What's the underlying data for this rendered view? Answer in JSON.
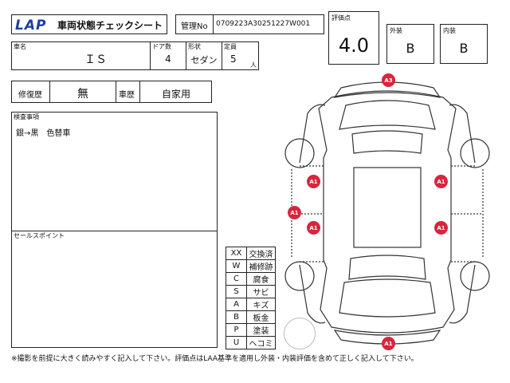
{
  "header": {
    "logo_text": "LAP",
    "sheet_title": "車両状態チェックシート",
    "mgmt_label": "管理No",
    "mgmt_no": "0709223A30251227W001"
  },
  "vehicle": {
    "name_label": "車名",
    "name": "ＩＳ",
    "doors_label": "ドア数",
    "doors": "4",
    "body_label": "形状",
    "body": "セダン",
    "capacity_label": "定員",
    "capacity": "5",
    "capacity_unit": "人"
  },
  "grades": {
    "score_label": "評価点",
    "score": "4.0",
    "exterior_label": "外装",
    "exterior": "B",
    "interior_label": "内装",
    "interior": "B"
  },
  "history": {
    "repair_label": "修復歴",
    "repair": "無",
    "usage_label": "車歴",
    "usage": "自家用"
  },
  "inspection": {
    "label": "検査事項",
    "text": "銀→黒　色替車"
  },
  "sales": {
    "label": "セールスポイント",
    "text": ""
  },
  "legend": [
    {
      "code": "XX",
      "meaning": "交換済"
    },
    {
      "code": "W",
      "meaning": "補修跡"
    },
    {
      "code": "C",
      "meaning": "腐食"
    },
    {
      "code": "S",
      "meaning": "サビ"
    },
    {
      "code": "A",
      "meaning": "キズ"
    },
    {
      "code": "B",
      "meaning": "板金"
    },
    {
      "code": "P",
      "meaning": "塗装"
    },
    {
      "code": "U",
      "meaning": "ヘコミ"
    }
  ],
  "damage_marks": [
    {
      "code": "A3",
      "location": "front"
    },
    {
      "code": "A1",
      "location": "left-front-door"
    },
    {
      "code": "A1",
      "location": "left-sill"
    },
    {
      "code": "A1",
      "location": "left-rear-door"
    },
    {
      "code": "A1",
      "location": "right-front-door"
    },
    {
      "code": "A1",
      "location": "right-rear-door"
    },
    {
      "code": "A1",
      "location": "rear"
    }
  ],
  "colors": {
    "mark": "#d7263d",
    "ink": "#222222"
  },
  "footer_note": "※撮影を前提に大きく読みやすく記入して下さい。評価点はLAA基準を適用し外装・内装評価を含めて正しく記入して下さい。"
}
